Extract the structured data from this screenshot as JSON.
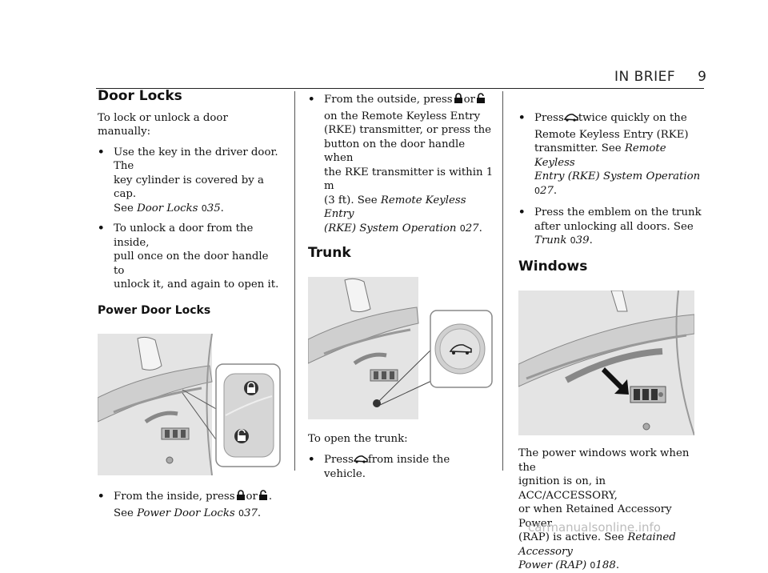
{
  "header": {
    "section": "IN BRIEF",
    "page": "9"
  },
  "col1": {
    "title": "Door Locks",
    "intro": "To lock or unlock a door manually:",
    "bullets": [
      {
        "l1": "Use the key in the driver door. The",
        "l2": "key cylinder is covered by a cap.",
        "l3a": "See ",
        "ref": "Door Locks",
        "pg": "35",
        "tail": "."
      },
      {
        "l1": "To unlock a door from the inside,",
        "l2": "pull once on the door handle to",
        "l3": "unlock it, and again to open it."
      }
    ],
    "subtitle": "Power Door Locks",
    "after_bullet": {
      "a": "From the inside, press",
      "or": "or",
      "end": ".",
      "see": "See ",
      "ref": "Power Door Locks",
      "pg": "37",
      "tail": "."
    }
  },
  "col2": {
    "bullet": {
      "a": "From the outside, press",
      "or": "or",
      "l2": "on the Remote Keyless Entry",
      "l3": "(RKE) transmitter, or press the",
      "l4": "button on the door handle when",
      "l5": "the RKE transmitter is within 1 m",
      "l6a": "(3 ft). See ",
      "ref1": "Remote Keyless Entry",
      "ref2": "(RKE) System Operation",
      "pg": "27",
      "tail": "."
    },
    "title": "Trunk",
    "intro": "To open the trunk:",
    "bullet2": {
      "a": "Press",
      "b": "from inside the vehicle."
    }
  },
  "col3": {
    "bullet1": {
      "a": "Press",
      "b": "twice quickly on the",
      "l2": "Remote Keyless Entry (RKE)",
      "l3a": "transmitter. See ",
      "ref1": "Remote Keyless",
      "ref2": "Entry (RKE) System Operation",
      "pg": "27",
      "tail": "."
    },
    "bullet2": {
      "l1": "Press the emblem on the trunk",
      "l2": "after unlocking all doors. See",
      "ref": "Trunk",
      "pg": "39",
      "tail": "."
    },
    "title": "Windows",
    "para": {
      "l1": "The power windows work when the",
      "l2": "ignition is on, in ACC/ACCESSORY,",
      "l3": "or when Retained Accessory Power",
      "l4a": "(RAP) is active. See ",
      "ref1": "Retained Accessory",
      "ref2": "Power (RAP)",
      "pg": "188",
      "tail": "."
    }
  },
  "bullet_glyph": "•",
  "page_ref_glyph": "0",
  "watermark": "carmanualsonline.info"
}
